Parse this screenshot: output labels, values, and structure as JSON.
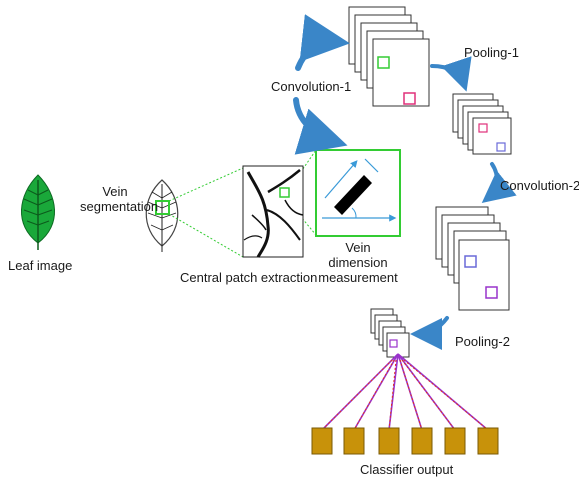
{
  "labels": {
    "leaf_image": "Leaf image",
    "vein_segmentation_line1": "Vein",
    "vein_segmentation_line2": "segmentation",
    "central_patch_extraction": "Central patch extraction",
    "vein_dimension_line1": "Vein",
    "vein_dimension_line2": "dimension",
    "vein_dimension_line3": "measurement",
    "convolution_1": "Convolution-1",
    "pooling_1": "Pooling-1",
    "convolution_2": "Convolution-2",
    "pooling_2": "Pooling-2",
    "classifier_output": "Classifier output"
  },
  "colors": {
    "leaf_green": "#1aa83a",
    "highlight_green": "#33cc33",
    "arrow_blue": "#3a86c8",
    "feature_pink": "#e0307a",
    "feature_blue": "#6a6ad8",
    "connection_purple": "#9933cc",
    "connection_dotted": "#e03020",
    "classifier_gold": "#c8920a",
    "measurement_blue": "#3a9ad8"
  },
  "icons": [
    "leaf-icon",
    "vein-leaf-icon",
    "vein-patch-icon",
    "measurement-icon"
  ],
  "counts": {
    "classifier_units": 6
  }
}
